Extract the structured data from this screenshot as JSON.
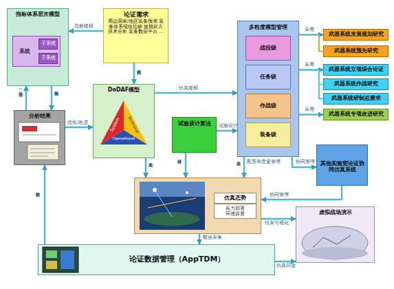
{
  "diagram": {
    "nodes": [
      {
        "text": [
          "指标体系层次模型"
        ]
      },
      {
        "text": [
          "系统"
        ],
        "in": 0
      },
      {
        "text": [
          "子系统"
        ],
        "in": 1
      },
      {
        "text": [
          "子系统"
        ],
        "in": 1
      },
      {
        "text": [
          "论证需求",
          "周边国家/地区装备预测 装备体系现役指标 敌我双方技术分析 装备数据平台 ..."
        ]
      },
      {
        "text": [
          "多粒度模型管理"
        ]
      },
      {
        "text": [
          "战役级"
        ],
        "in": 5
      },
      {
        "text": [
          "任务级"
        ],
        "in": 5
      },
      {
        "text": [
          "作战级"
        ],
        "in": 5
      },
      {
        "text": [
          "装备级"
        ],
        "in": 5
      },
      {
        "text": [
          "武器系统发展规划研究"
        ]
      },
      {
        "text": [
          "武器系统预先研究"
        ]
      },
      {
        "text": [
          "武器系统立项综合论证"
        ]
      },
      {
        "text": [
          "武器系统作战研究"
        ]
      },
      {
        "text": [
          "武器系统研制总要求"
        ]
      },
      {
        "text": [
          "武器系统专项改进研究"
        ]
      },
      {
        "text": [
          "DoDAF模型"
        ]
      },
      {
        "text": [
          "分析结果"
        ]
      },
      {
        "text": [
          "试验设计算法"
        ]
      },
      {
        "text": [
          "仿真态势",
          "兵力部署 环境设置"
        ]
      },
      {
        "text": [
          "其他实验室论证协同仿真系统"
        ]
      },
      {
        "text": [
          "虚拟战场演示"
        ]
      },
      {
        "text": [
          "论证数据管理（AppTDM）"
        ]
      }
    ],
    "edges": [
      {
        "from": 4,
        "to": 0,
        "label": "指标建模",
        "arrow": "to"
      },
      {
        "from": 4,
        "to": 16,
        "label": "系统建模",
        "arrow": "to"
      },
      {
        "from": 17,
        "to": 0,
        "label": "优化/改进",
        "arrow": "to"
      },
      {
        "from": 0,
        "to": 17,
        "label": "指标验证",
        "arrow": "to"
      },
      {
        "from": 17,
        "to": 16,
        "label": "优化/改进",
        "arrow": "to"
      },
      {
        "from": 16,
        "to": 5,
        "label": "仿真建模",
        "arrow": "to"
      },
      {
        "from": 16,
        "to": 19,
        "label": "兵力生成",
        "arrow": "to"
      },
      {
        "from": 18,
        "to": 5,
        "label": "试验设计",
        "arrow": "to"
      },
      {
        "from": 18,
        "to": 19,
        "label": "试验设计",
        "arrow": "to"
      },
      {
        "from": 5,
        "to": 19,
        "label": "兵力生成",
        "arrow": "to"
      },
      {
        "from": 5,
        "to": 10,
        "label": "采用",
        "arrow": "to"
      },
      {
        "from": 5,
        "to": 12,
        "label": "采用",
        "arrow": "to"
      },
      {
        "from": 5,
        "to": 15,
        "label": "采用",
        "arrow": "to"
      },
      {
        "from": 5,
        "to": 20,
        "label": "协同管理",
        "arrow": "to"
      },
      {
        "from": 20,
        "to": 19,
        "label": "协同管理",
        "arrow": "to"
      },
      {
        "from": 19,
        "to": 21,
        "label": "仿真可视化",
        "arrow": "to"
      },
      {
        "from": 19,
        "to": 22,
        "label": "数据采集",
        "arrow": "to"
      },
      {
        "from": 22,
        "to": 21,
        "label": "仿真回放",
        "arrow": "to"
      },
      {
        "from": 22,
        "to": 17,
        "label": "数据处理",
        "arrow": "to"
      }
    ],
    "labels": [
      "System",
      "Technical",
      "Operational",
      "配置和变更管理"
    ]
  }
}
